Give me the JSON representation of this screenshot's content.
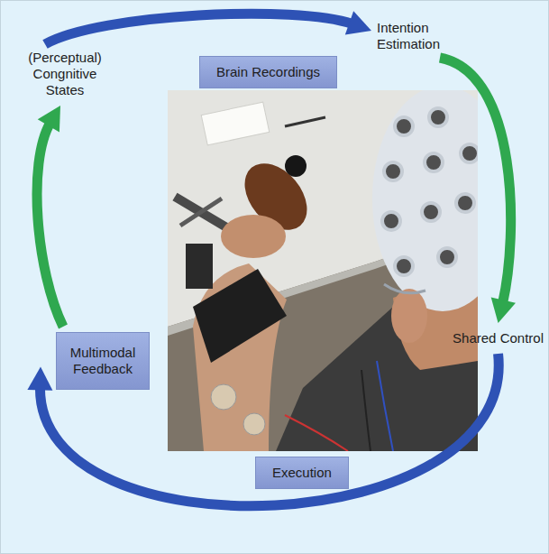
{
  "diagram": {
    "nodes": [
      {
        "text": [
          "(Perceptual) Congnitive States"
        ]
      },
      {
        "text": [
          "Intention Estimation"
        ]
      },
      {
        "text": [
          "Shared Control"
        ]
      },
      {
        "text": [
          "Multimodal Feedback"
        ]
      }
    ],
    "edges": [
      {
        "from": 0,
        "to": 1,
        "arrow": "to",
        "label": "Brain Recordings"
      },
      {
        "from": 1,
        "to": 2,
        "arrow": "to"
      },
      {
        "from": 2,
        "to": 3,
        "arrow": "to",
        "label": "Execution"
      },
      {
        "from": 3,
        "to": 0,
        "arrow": "to"
      }
    ]
  }
}
